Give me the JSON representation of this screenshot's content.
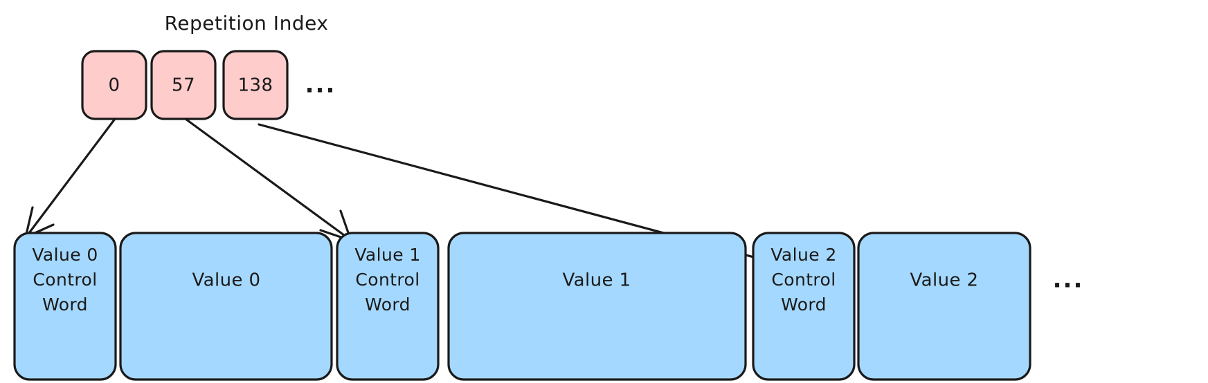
{
  "diagram": {
    "title": "Repetition Index",
    "index_row": {
      "label": "Repetition Index",
      "boxes": [
        {
          "id": "idx-0",
          "value": "0"
        },
        {
          "id": "idx-57",
          "value": "57"
        },
        {
          "id": "idx-138",
          "value": "138"
        }
      ],
      "overflow": "..."
    },
    "value_row": {
      "boxes": [
        {
          "id": "value-0-control-word",
          "line1": "Value 0",
          "line2": "Control",
          "line3": "Word"
        },
        {
          "id": "value-0",
          "line1": "Value 0"
        },
        {
          "id": "value-1-control-word",
          "line1": "Value 1",
          "line2": "Control",
          "line3": "Word"
        },
        {
          "id": "value-1",
          "line1": "Value 1"
        },
        {
          "id": "value-2-control-word",
          "line1": "Value 2",
          "line2": "Control",
          "line3": "Word"
        },
        {
          "id": "value-2",
          "line1": "Value 2"
        }
      ],
      "overflow": "..."
    },
    "edges": [
      {
        "from": "idx-0",
        "to": "value-0-control-word"
      },
      {
        "from": "idx-57",
        "to": "value-1-control-word"
      },
      {
        "from": "idx-138",
        "to": "value-2-control-word"
      }
    ],
    "colors": {
      "index_fill": "#ffcccc",
      "value_fill": "#a5d8ff",
      "stroke": "#1a1a1a",
      "background": "#ffffff"
    }
  }
}
